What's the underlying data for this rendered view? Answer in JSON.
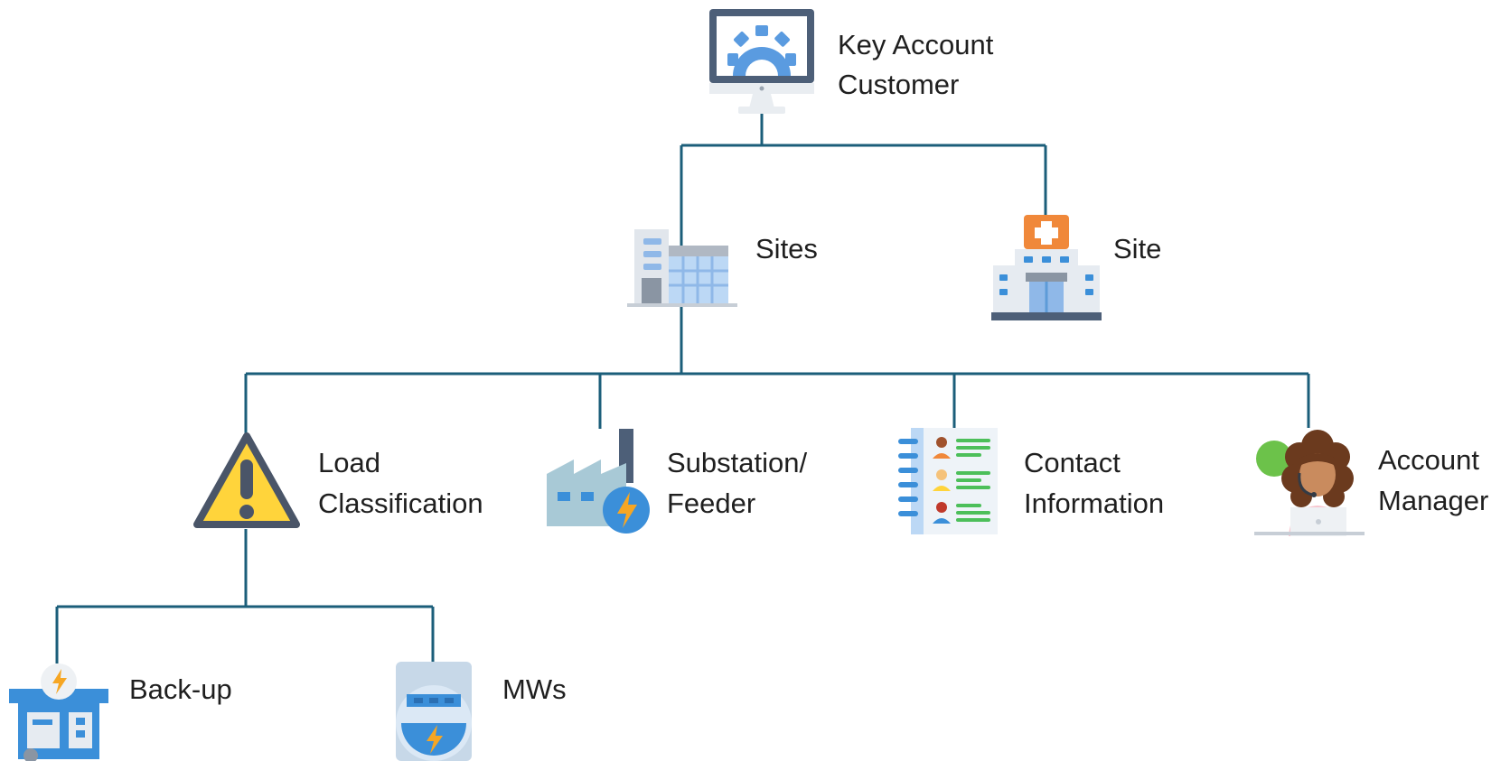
{
  "colors": {
    "connector": "#1b5e7a",
    "monitor_frame": "#4d5f78",
    "gear": "#5a9be0",
    "warning_fill": "#ffd43b",
    "warning_stroke": "#4a5568",
    "lightning": "#f6a623",
    "accent_blue": "#3b8fd9",
    "green_lines": "#4cbf5a"
  },
  "nodes": {
    "root": {
      "line1": "Key Account",
      "line2": "Customer",
      "icon": "computer-gear-icon"
    },
    "sites": {
      "label": "Sites",
      "icon": "office-building-icon"
    },
    "site": {
      "label": "Site",
      "icon": "hospital-building-icon"
    },
    "load_classification": {
      "line1": "Load",
      "line2": "Classification",
      "icon": "warning-icon"
    },
    "substation": {
      "line1": "Substation/",
      "line2": "Feeder",
      "icon": "power-factory-icon"
    },
    "contact": {
      "line1": "Contact",
      "line2": "Information",
      "icon": "contact-notebook-icon"
    },
    "account_manager": {
      "line1": "Account",
      "line2": "Manager",
      "icon": "support-agent-icon"
    },
    "backup": {
      "label": "Back-up",
      "icon": "generator-icon"
    },
    "mws": {
      "label": "MWs",
      "icon": "power-meter-icon"
    }
  }
}
